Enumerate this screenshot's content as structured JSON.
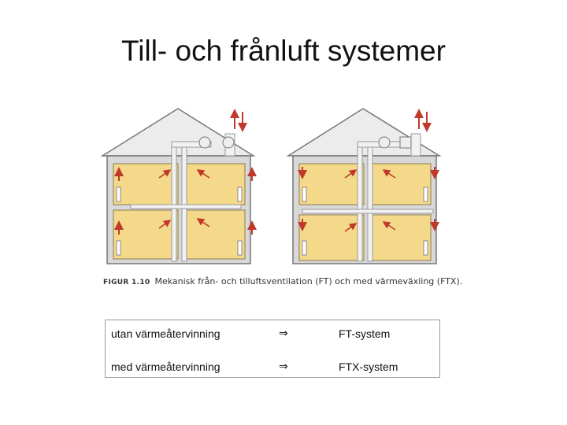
{
  "title": "Till- och frånluft systemer",
  "figure": {
    "caption_number": "FIGUR 1.10",
    "caption_text": "Mekanisk från- och tilluftsventilation (FT) och med värmeväxling (FTX).",
    "colors": {
      "room": "#f5d98a",
      "roof": "#ececec",
      "wall": "#d8d8d8",
      "arrow": "#c0392b",
      "duct": "#f2f2f2"
    }
  },
  "table": {
    "rows": [
      {
        "label": "utan värmeåtervinning",
        "arrow": "⇒",
        "result": "FT-system"
      },
      {
        "label": "med värmeåtervinning",
        "arrow": "⇒",
        "result": "FTX-system"
      }
    ]
  }
}
